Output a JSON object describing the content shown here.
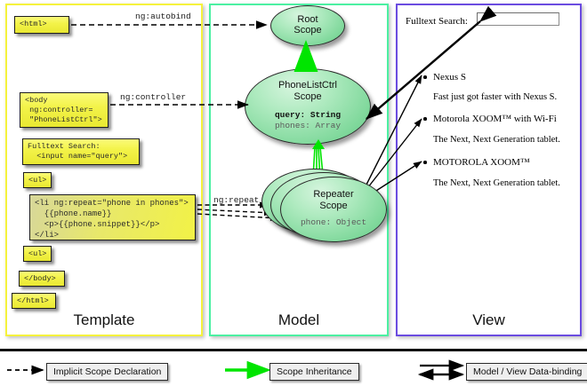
{
  "diagram": {
    "title": "AngularJS Template / Model / View scope data-binding diagram",
    "colors": {
      "template_border": "#f5f23c",
      "model_border": "#4cf0a2",
      "view_border": "#6b4ce0",
      "scope_fill": "#7fd89b",
      "code_fill": "#f3f34a",
      "inheritance_arrow": "#00e500",
      "declaration_arrow": "#000000",
      "databinding_arrow": "#000000"
    }
  },
  "panels": {
    "template": {
      "title": "Template",
      "code_boxes": [
        {
          "id": "html-open",
          "text": "<html>"
        },
        {
          "id": "body-open",
          "text": "<body\n ng:controller=\n \"PhoneListCtrl\">"
        },
        {
          "id": "search",
          "text": "Fulltext Search:\n  <input name=\"query\">"
        },
        {
          "id": "ul-open",
          "text": "<ul>"
        },
        {
          "id": "li-repeat",
          "text": "<li ng:repeat=\"phone in phones\">\n  {{phone.name}}\n  <p>{{phone.snippet}}</p>\n</li>"
        },
        {
          "id": "ul-close",
          "text": "<ul>"
        },
        {
          "id": "body-close",
          "text": "</body>"
        },
        {
          "id": "html-close",
          "text": "</html>"
        }
      ]
    },
    "model": {
      "title": "Model",
      "scopes": [
        {
          "id": "root",
          "title_line1": "Root",
          "title_line2": "Scope",
          "props": []
        },
        {
          "id": "phonelistctrl",
          "title_line1": "PhoneListCtrl",
          "title_line2": "Scope",
          "props": [
            {
              "text": "query: String",
              "emphasis": "strong"
            },
            {
              "text": "phones: Array",
              "emphasis": "dim"
            }
          ]
        },
        {
          "id": "repeater",
          "title_line1": "Repeater",
          "title_line2": "Scope",
          "props": [
            {
              "text": "phone: Object",
              "emphasis": "dim"
            }
          ]
        }
      ]
    },
    "view": {
      "title": "View",
      "search_label": "Fulltext Search:",
      "search_value": "",
      "items": [
        {
          "name": "Nexus S",
          "snippet": "Fast just got faster with Nexus S."
        },
        {
          "name": "Motorola XOOM™  with Wi-Fi",
          "snippet": "The Next, Next Generation tablet."
        },
        {
          "name": "MOTOROLA XOOM™",
          "snippet": "The Next, Next Generation tablet."
        }
      ]
    }
  },
  "connectors": [
    {
      "id": "ng-autobind",
      "label": "ng:autobind",
      "type": "implicit-scope-declaration"
    },
    {
      "id": "ng-controller",
      "label": "ng:controller",
      "type": "implicit-scope-declaration"
    },
    {
      "id": "ng-repeat",
      "label": "ng:repeat",
      "type": "implicit-scope-declaration"
    }
  ],
  "legend": [
    {
      "id": "implicit-scope-declaration",
      "label": "Implicit Scope Declaration",
      "arrow": "dashed-black-single"
    },
    {
      "id": "scope-inheritance",
      "label": "Scope Inheritance",
      "arrow": "solid-green-single"
    },
    {
      "id": "model-view-data-binding",
      "label": "Model / View Data-binding",
      "arrow": "solid-black-double"
    }
  ]
}
